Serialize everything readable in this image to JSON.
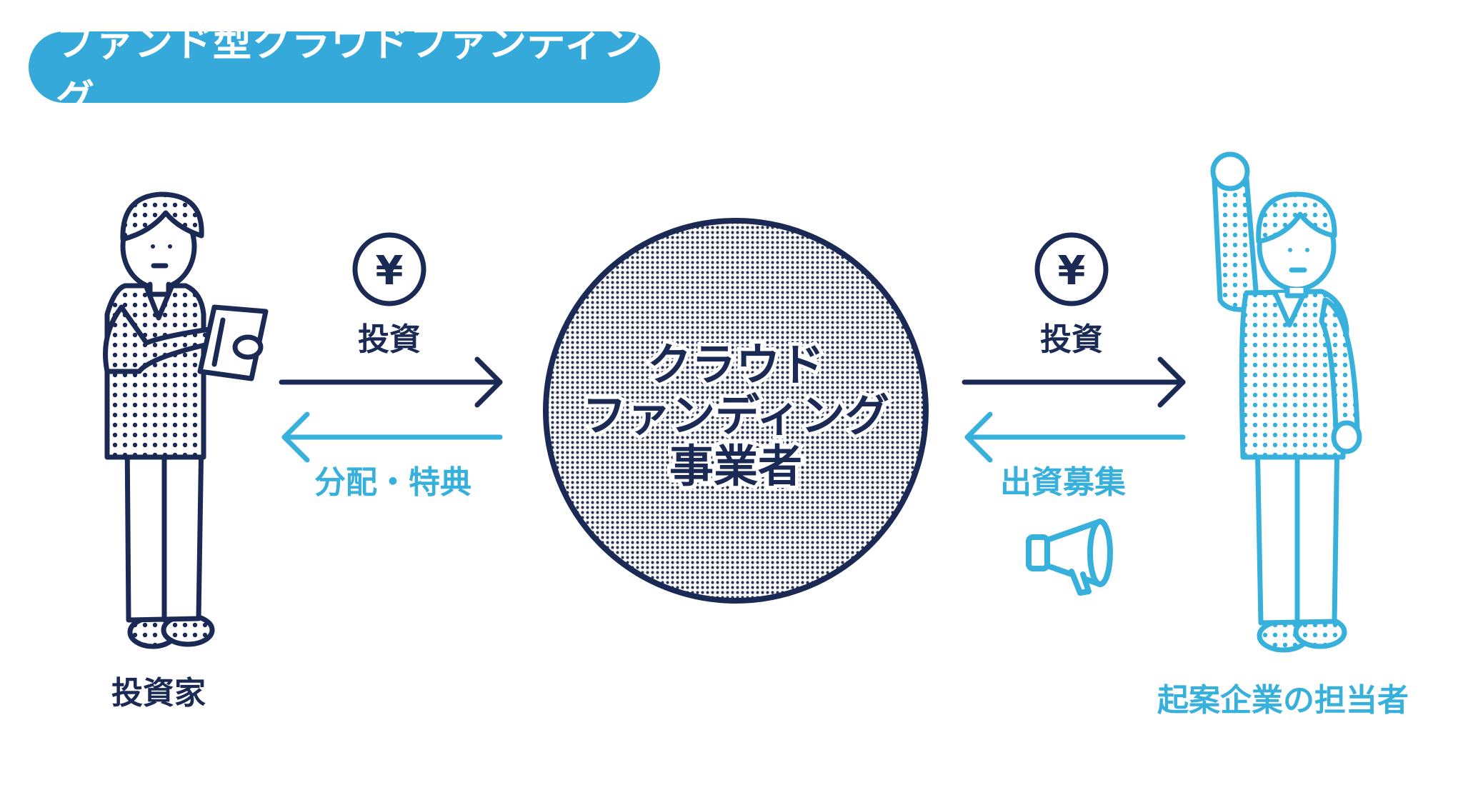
{
  "title": "ファンド型クラウドファンディング",
  "center": {
    "lines": [
      "クラウド",
      "ファンディング",
      "事業者"
    ]
  },
  "left": {
    "top_label": "投資",
    "bottom_label": "分配・特典",
    "person_label": "投資家",
    "coin_symbol": "¥"
  },
  "right": {
    "top_label": "投資",
    "bottom_label": "出資募集",
    "person_label": "起案企業の担当者",
    "coin_symbol": "¥"
  },
  "colors": {
    "navy": "#1b2a55",
    "blue": "#38b0dc",
    "pill": "#35a9d9"
  },
  "icons": [
    "yen-coin-icon",
    "megaphone-icon",
    "investor-person-icon",
    "entrepreneur-person-icon"
  ]
}
